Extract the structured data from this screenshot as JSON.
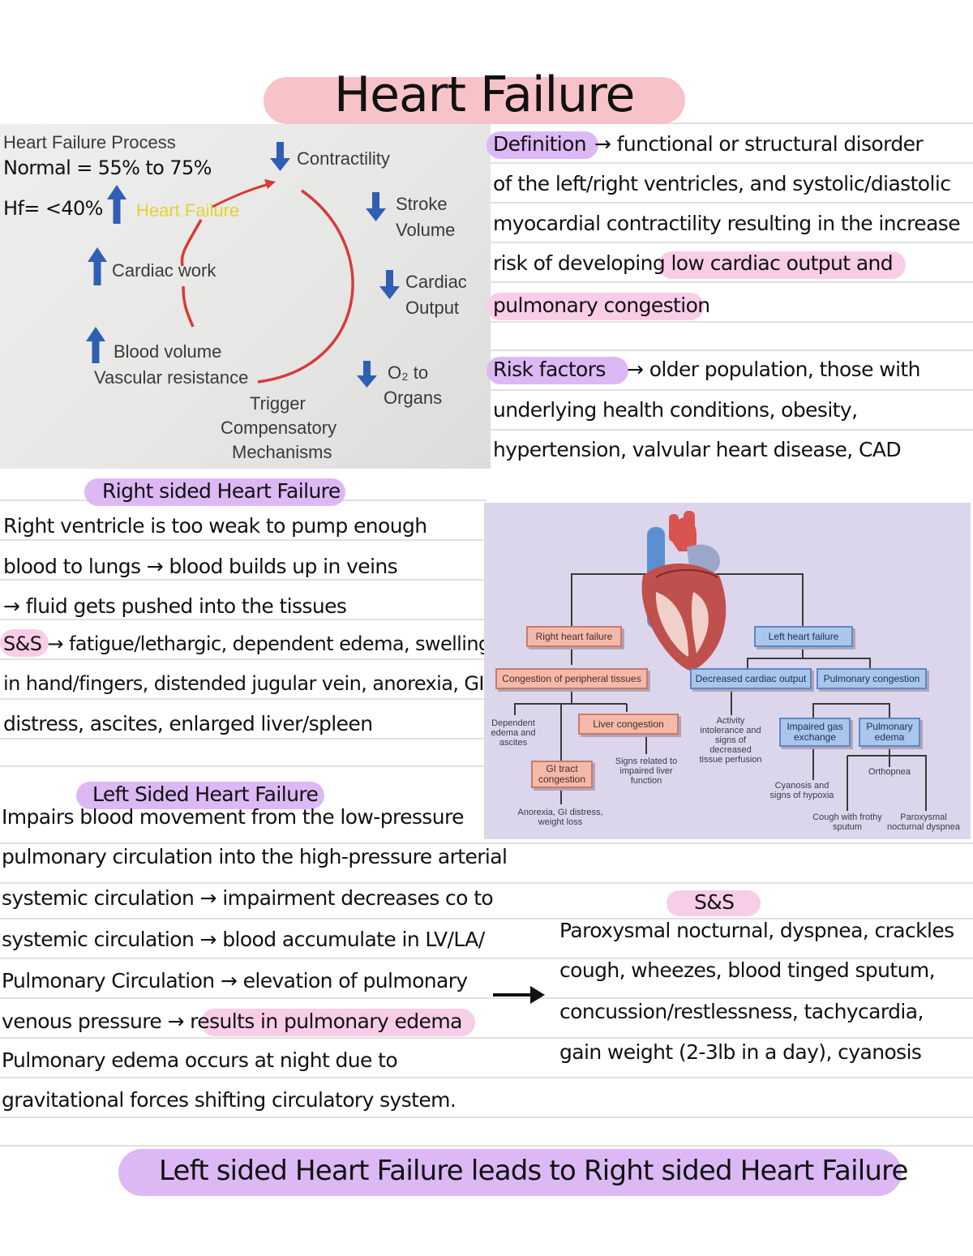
{
  "title": "Heart Failure",
  "colors": {
    "pink_highlight": "#f8c3c8",
    "purple_highlight": "#dcb8f5",
    "magenta_highlight": "#f8cde8",
    "rule_line": "#d6d6d6"
  },
  "process_photo": {
    "heading": "Heart Failure Process",
    "normal": "Normal = 55% to 75%",
    "hf": "Hf= <40%",
    "heart_failure": "Heart Failure",
    "contractility": "Contractility",
    "stroke": "Stroke",
    "volume": "Volume",
    "cardiac_work": "Cardiac work",
    "cardiac": "Cardiac",
    "output": "Output",
    "blood_volume": "Blood volume",
    "vascular_resistance": "Vascular resistance",
    "o2_to": "O₂ to",
    "organs": "Organs",
    "trigger": "Trigger",
    "compensatory": "Compensatory",
    "mechanisms": "Mechanisms"
  },
  "definition": {
    "label": "Definition",
    "lines": [
      "→ functional or structural disorder",
      "of the left/right ventricles, and systolic/diastolic",
      "myocardial contractility resulting in the increase",
      "risk of developing low cardiac output and",
      "pulmonary congestion"
    ]
  },
  "risk": {
    "label": "Risk factors",
    "lines": [
      "→ older population, those with",
      "underlying health conditions, obesity,",
      "hypertension, valvular heart disease, CAD"
    ]
  },
  "right_sided": {
    "heading": "Right sided Heart Failure",
    "lines": [
      "Right ventricle is too weak to pump enough",
      "blood to lungs → blood builds up in veins",
      "→ fluid gets pushed into the tissues",
      "S&S → fatigue/lethargic, dependent edema, swelling",
      "in hand/fingers, distended jugular vein, anorexia, GI",
      "distress, ascites, enlarged liver/spleen"
    ]
  },
  "diagram": {
    "right_hf": "Right heart failure",
    "left_hf": "Left heart failure",
    "congestion_peripheral": "Congestion of peripheral tissues",
    "decreased_co": "Decreased cardiac output",
    "pulm_congestion": "Pulmonary congestion",
    "dependent_edema": "Dependent edema and ascites",
    "liver_congestion": "Liver congestion",
    "activity_intolerance": "Activity intolerance and signs of decreased tissue perfusion",
    "impaired_gas": "Impaired gas exchange",
    "pulm_edema": "Pulmonary edema",
    "gi_congestion": "GI tract congestion",
    "signs_liver": "Signs related to impaired liver function",
    "orthopnea": "Orthopnea",
    "cyanosis": "Cyanosis and signs of hypoxia",
    "anorexia": "Anorexia, GI distress, weight loss",
    "cough": "Cough with frothy sputum",
    "pnd": "Paroxysmal nocturnal dyspnea"
  },
  "left_sided": {
    "heading": "Left Sided Heart Failure",
    "lines": [
      "Impairs blood movement from the low-pressure",
      "pulmonary circulation into the high-pressure arterial",
      "systemic circulation → impairment decreases co to",
      "systemic circulation → blood accumulate in LV/LA/",
      "Pulmonary Circulation → elevation of pulmonary",
      "venous pressure → results in pulmonary edema",
      "Pulmonary edema occurs at night due to",
      "gravitational forces shifting circulatory system."
    ]
  },
  "ss": {
    "heading": "S&S",
    "lines": [
      "Paroxysmal nocturnal, dyspnea, crackles",
      "cough, wheezes, blood tinged sputum,",
      "concussion/restlessness, tachycardia,",
      "gain weight (2-3lb in a day), cyanosis"
    ]
  },
  "conclusion": "Left sided Heart Failure leads to Right sided Heart Failure"
}
